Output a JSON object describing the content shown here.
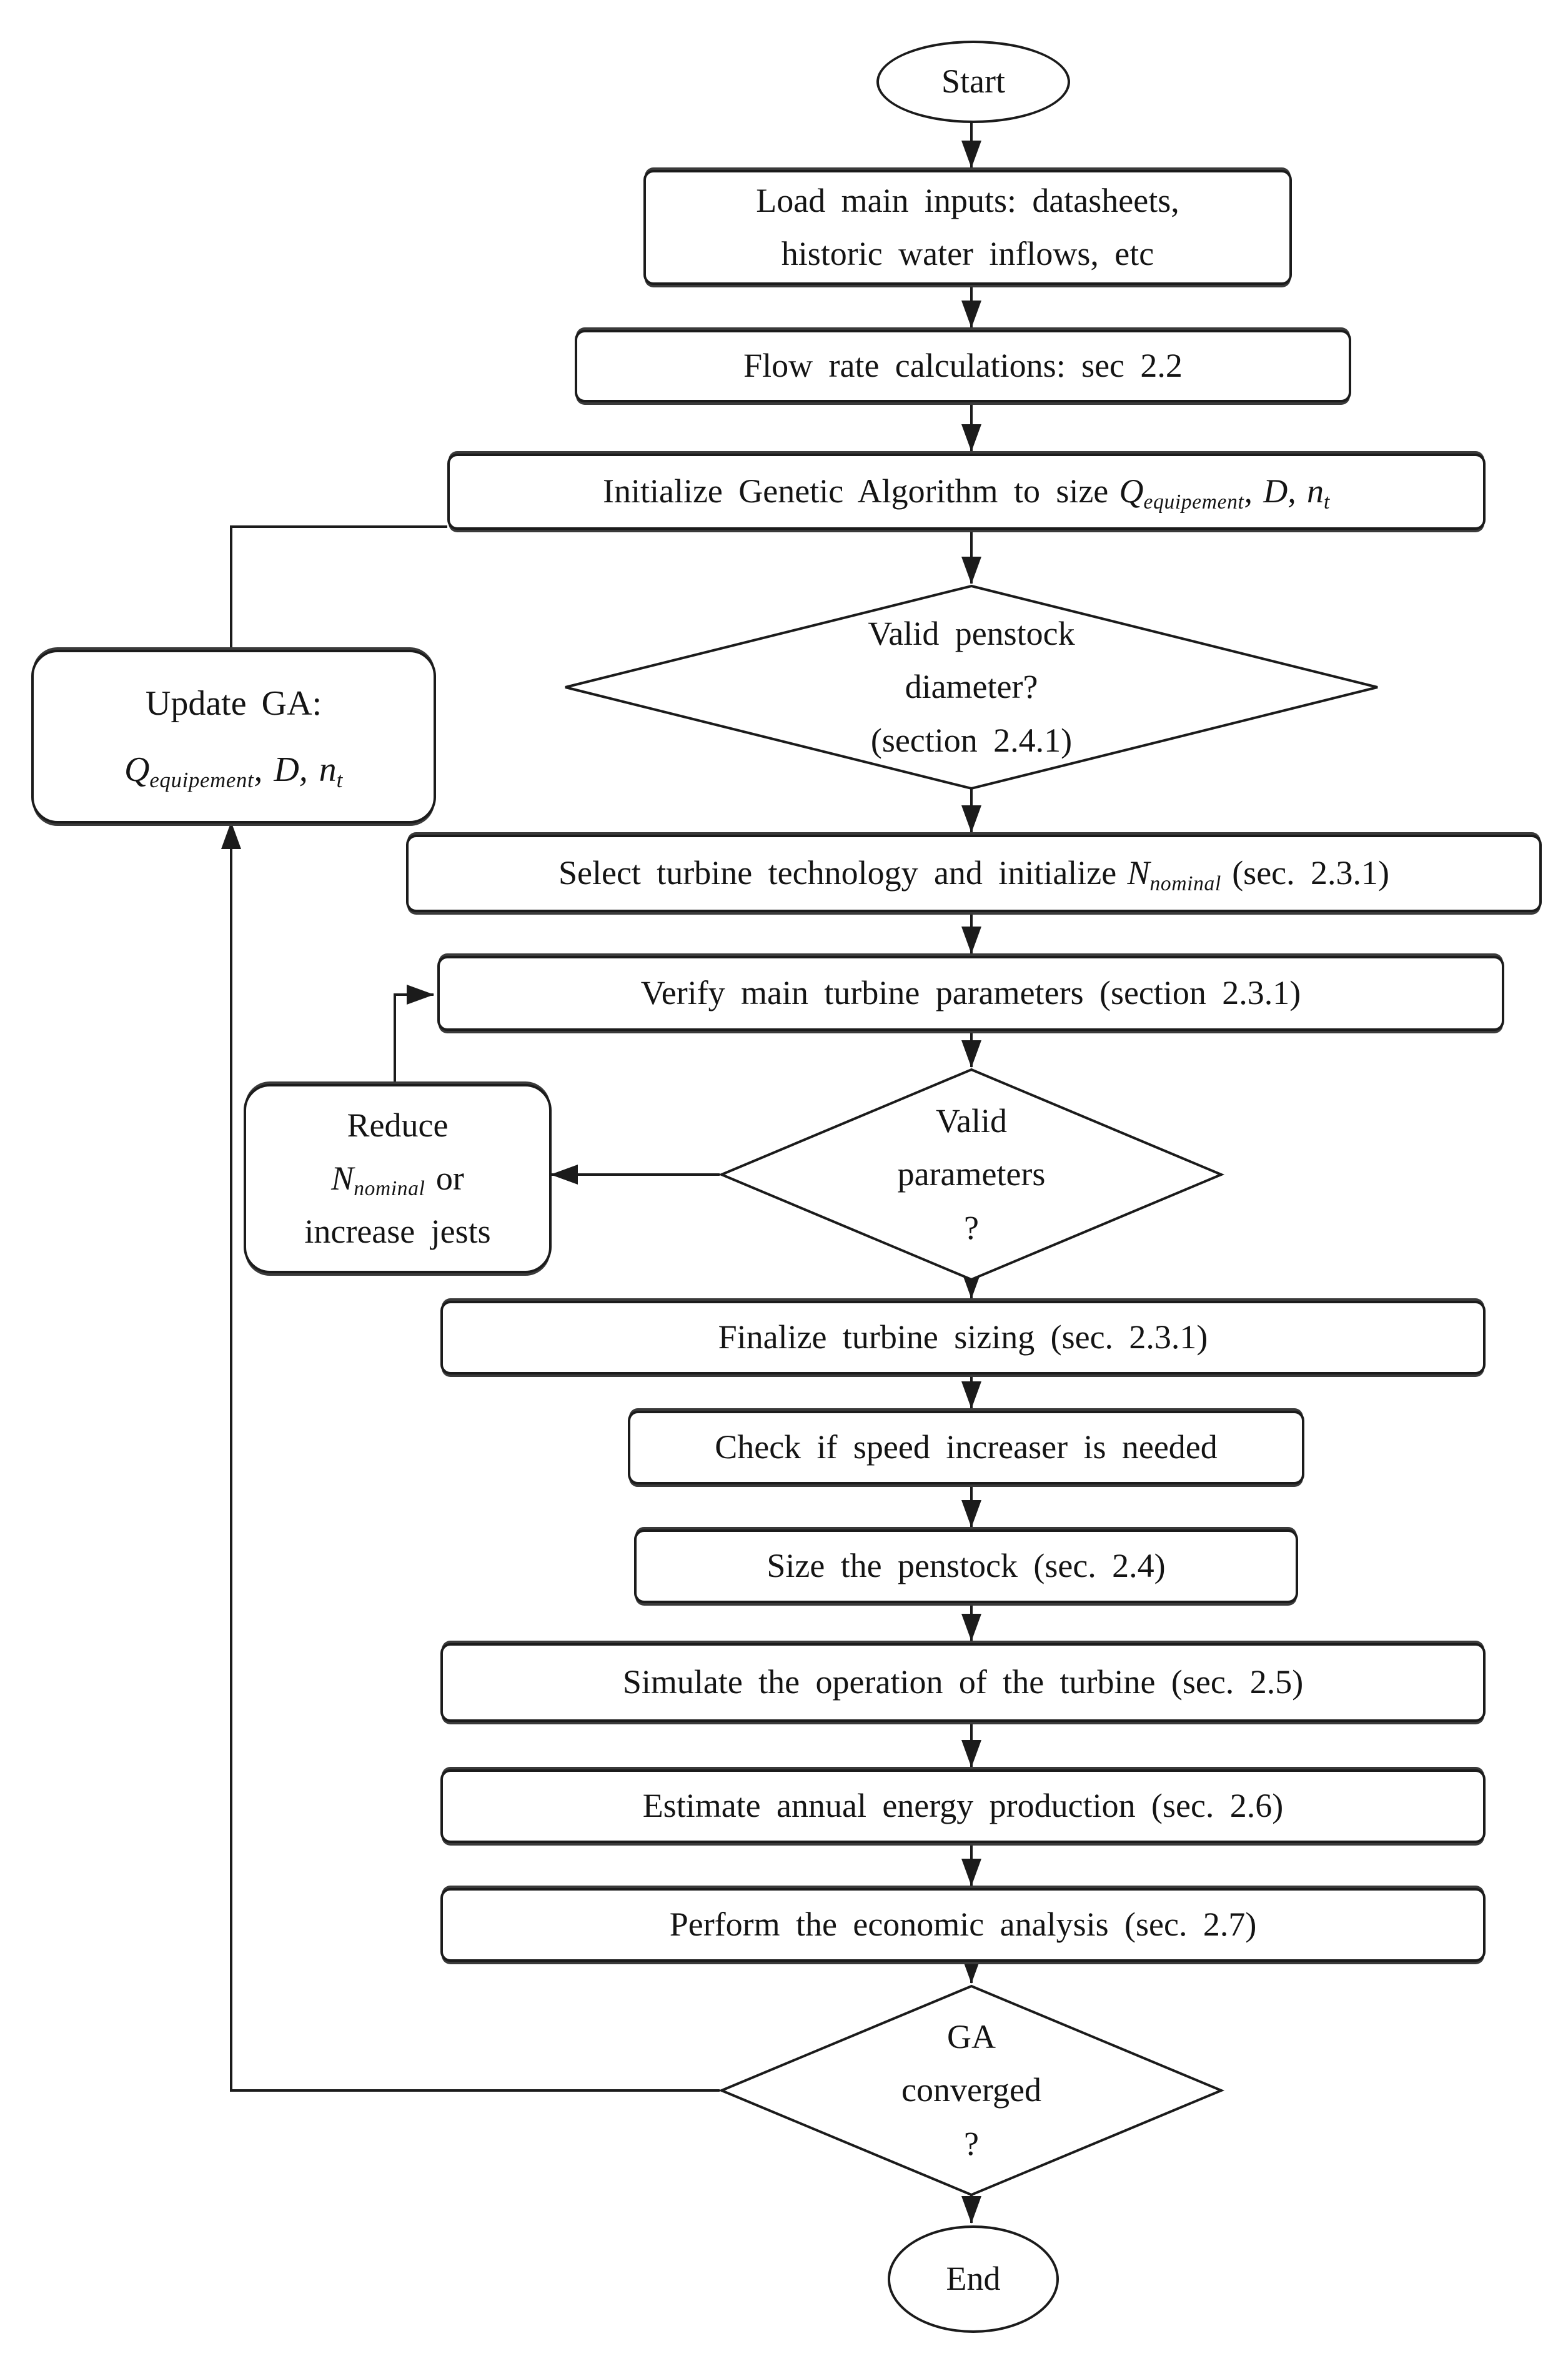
{
  "figure": {
    "kind": "flowchart",
    "background_color": "#ffffff",
    "line_color": "#1b1b1b"
  },
  "nodes": {
    "start": {
      "label": "Start"
    },
    "load": {
      "line1": "Load main inputs: datasheets,",
      "line2": "historic water inflows, etc"
    },
    "flow": {
      "label": "Flow rate calculations: sec 2.2"
    },
    "init": {
      "prefix": "Initialize Genetic Algorithm to size"
    },
    "valid_penstock": {
      "line1": "Valid penstock",
      "line2": "diameter?",
      "line3": "(section 2.4.1)"
    },
    "update_ga": {
      "line1": "Update GA:"
    },
    "select": {
      "prefix": "Select turbine technology and initialize",
      "suffix": "(sec. 2.3.1)"
    },
    "verify": {
      "label": "Verify main turbine parameters (section 2.3.1)"
    },
    "valid_params": {
      "line1": "Valid",
      "line2": "parameters",
      "line3": "?"
    },
    "reduce": {
      "line1": "Reduce",
      "or_word": "or",
      "line3": "increase jests"
    },
    "finalize": {
      "label": "Finalize turbine sizing (sec. 2.3.1)"
    },
    "check_speed": {
      "label": "Check if speed increaser is needed"
    },
    "size_penstock": {
      "label": "Size the penstock (sec. 2.4)"
    },
    "simulate": {
      "label": "Simulate the operation of the turbine (sec. 2.5)"
    },
    "estimate": {
      "label": "Estimate annual energy production (sec. 2.6)"
    },
    "perform": {
      "label": "Perform the economic analysis (sec. 2.7)"
    },
    "ga_converged": {
      "line1": "GA",
      "line2": "converged",
      "line3": "?"
    },
    "end": {
      "label": "End"
    }
  },
  "math": {
    "Q": "Q",
    "Q_sub": "equipement",
    "comma": ",",
    "D": "D",
    "n": "n",
    "n_sub": "t",
    "N": "N",
    "N_sub": "nominal"
  }
}
